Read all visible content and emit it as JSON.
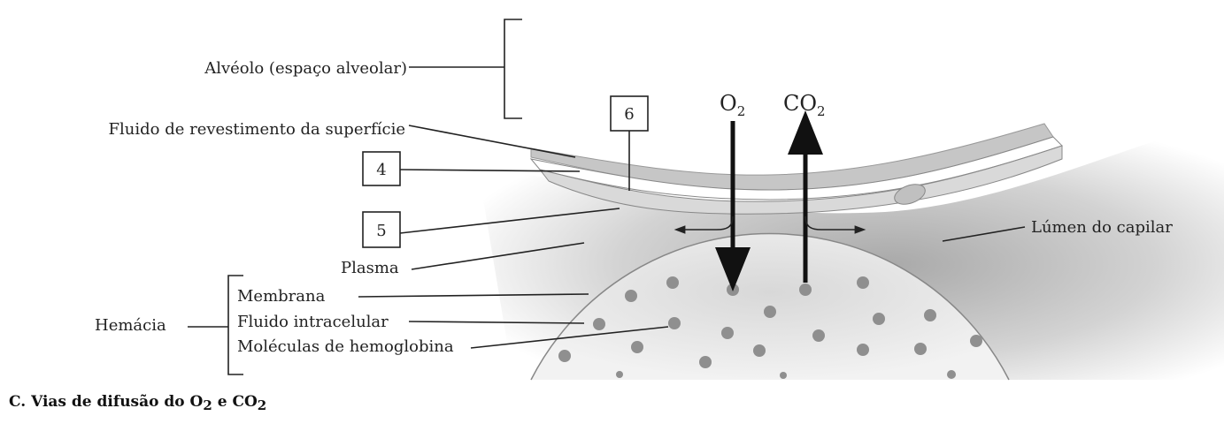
{
  "labels": {
    "alveolus": "Alvéolo (espaço alveolar)",
    "surface_fluid": "Fluido de revestimento da superfície",
    "box_4": "4",
    "box_5": "5",
    "box_6": "6",
    "plasma": "Plasma",
    "capillary_lumen": "Lúmen do capilar",
    "red_cell": "Hemácia",
    "membrane": "Membrana",
    "intracellular_fluid": "Fluido intracelular",
    "hemoglobin": "Moléculas de hemoglobina"
  },
  "gases": {
    "o2": {
      "base": "O",
      "sub": "2"
    },
    "co2": {
      "base": "CO",
      "sub": "2"
    }
  },
  "caption": {
    "prefix": "C. Vias de difusão do O",
    "sub1": "2",
    "middle": " e CO",
    "sub2": "2"
  }
}
